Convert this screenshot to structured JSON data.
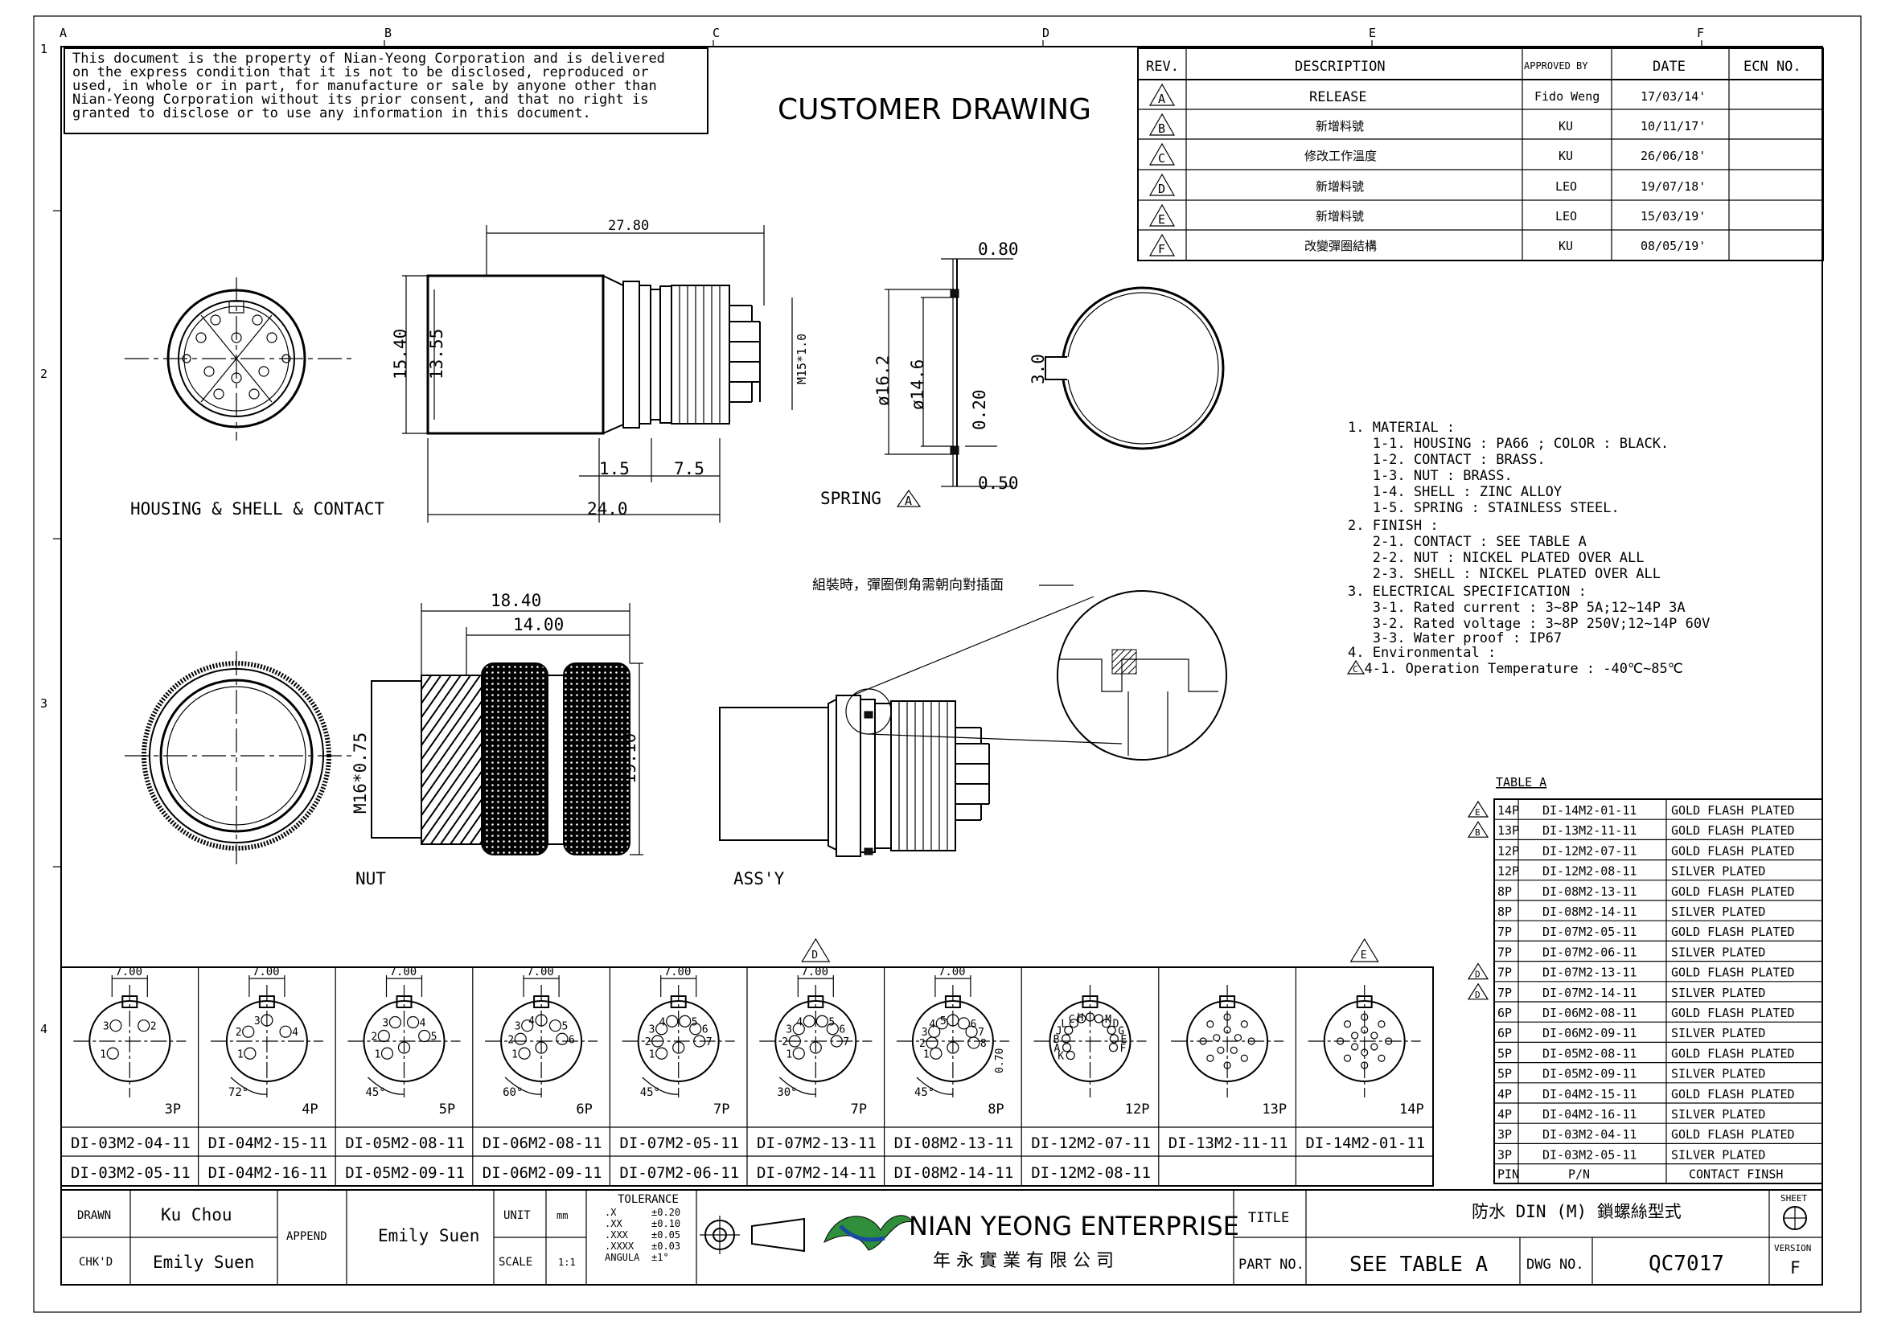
{
  "zones": {
    "cols": [
      "A",
      "B",
      "C",
      "D",
      "E",
      "F"
    ],
    "rows": [
      "1",
      "2",
      "3",
      "4"
    ]
  },
  "notice": [
    "This document is the property of Nian-Yeong Corporation and is delivered",
    "on  the  express condition that it is not to be disclosed, reproduced or",
    "used, in whole or in part, for manufacture or sale by anyone other than",
    "Nian-Yeong Corporation without  its prior consent, and that  no right  is",
    "granted to disclose or to use any information in this  document."
  ],
  "title_banner": "CUSTOMER  DRAWING",
  "revision_table": {
    "headers": [
      "REV.",
      "DESCRIPTION",
      "APPROVED BY",
      "DATE",
      "ECN NO."
    ],
    "rows": [
      {
        "rev": "A",
        "desc": "RELEASE",
        "by": "Fido Weng",
        "date": "17/03/14'",
        "ecn": ""
      },
      {
        "rev": "B",
        "desc": "新增料號",
        "by": "KU",
        "date": "10/11/17'",
        "ecn": ""
      },
      {
        "rev": "C",
        "desc": "修改工作溫度",
        "by": "KU",
        "date": "26/06/18'",
        "ecn": ""
      },
      {
        "rev": "D",
        "desc": "新增料號",
        "by": "LEO",
        "date": "19/07/18'",
        "ecn": ""
      },
      {
        "rev": "E",
        "desc": "新增料號",
        "by": "LEO",
        "date": "15/03/19'",
        "ecn": ""
      },
      {
        "rev": "F",
        "desc": "改變彈圈結構",
        "by": "KU",
        "date": "08/05/19'",
        "ecn": ""
      }
    ]
  },
  "dimensions": {
    "d_27_80": "27.80",
    "d_15_40": "15.40",
    "d_13_55": "13.55",
    "d_m15": "M15*1.0",
    "d_1_5": "1.5",
    "d_7_5": "7.5",
    "d_24_0": "24.0",
    "d_0_80": "0.80",
    "d_16_2": "ø16.2",
    "d_14_6": "ø14.6",
    "d_0_20": "0.20",
    "d_0_50": "0.50",
    "d_3_0": "3.0",
    "d_18_40": "18.40",
    "d_14_00": "14.00",
    "d_m16": "M16*0.75",
    "d_19_10": "19.10"
  },
  "view_labels": {
    "housing": "HOUSING  &  SHELL  &  CONTACT",
    "spring": "SPRING",
    "nut": "NUT",
    "assy": "ASS'Y",
    "callout": "組裝時，彈圈倒角需朝向對插面"
  },
  "spring_rev": "A",
  "notes": [
    "1. MATERIAL :",
    "   1-1. HOUSING : PA66 ; COLOR : BLACK.",
    "   1-2. CONTACT : BRASS.",
    "   1-3. NUT : BRASS.",
    "   1-4. SHELL : ZINC ALLOY",
    "   1-5. SPRING : STAINLESS STEEL.",
    "2. FINISH :",
    "   2-1. CONTACT : SEE TABLE A",
    "   2-2. NUT : NICKEL PLATED OVER ALL",
    "   2-3. SHELL : NICKEL PLATED OVER ALL",
    "3. ELECTRICAL SPECIFICATION :",
    "   3-1. Rated current : 3~8P 5A;12~14P 3A",
    "   3-2. Rated voltage : 3~8P 250V;12~14P 60V",
    "   3-3. Water proof : IP67",
    "4. Environmental :",
    "  4-1. Operation Temperature : -40℃~85℃"
  ],
  "notes_rev": "C",
  "table_a": {
    "title": "TABLE A",
    "footer": [
      "PIN",
      "P/N",
      "CONTACT FINSH"
    ],
    "rows": [
      {
        "rev": "E",
        "pin": "14P",
        "pn": "DI-14M2-01-11",
        "finish": "GOLD FLASH PLATED"
      },
      {
        "rev": "B",
        "pin": "13P",
        "pn": "DI-13M2-11-11",
        "finish": "GOLD FLASH PLATED"
      },
      {
        "rev": "",
        "pin": "12P",
        "pn": "DI-12M2-07-11",
        "finish": "GOLD FLASH PLATED"
      },
      {
        "rev": "",
        "pin": "12P",
        "pn": "DI-12M2-08-11",
        "finish": "SILVER PLATED"
      },
      {
        "rev": "",
        "pin": "8P",
        "pn": "DI-08M2-13-11",
        "finish": "GOLD FLASH PLATED"
      },
      {
        "rev": "",
        "pin": "8P",
        "pn": "DI-08M2-14-11",
        "finish": "SILVER PLATED"
      },
      {
        "rev": "",
        "pin": "7P",
        "pn": "DI-07M2-05-11",
        "finish": "GOLD FLASH PLATED"
      },
      {
        "rev": "",
        "pin": "7P",
        "pn": "DI-07M2-06-11",
        "finish": "SILVER PLATED"
      },
      {
        "rev": "D",
        "pin": "7P",
        "pn": "DI-07M2-13-11",
        "finish": "GOLD FLASH PLATED"
      },
      {
        "rev": "D",
        "pin": "7P",
        "pn": "DI-07M2-14-11",
        "finish": "SILVER PLATED"
      },
      {
        "rev": "",
        "pin": "6P",
        "pn": "DI-06M2-08-11",
        "finish": "GOLD FLASH PLATED"
      },
      {
        "rev": "",
        "pin": "6P",
        "pn": "DI-06M2-09-11",
        "finish": "SILVER PLATED"
      },
      {
        "rev": "",
        "pin": "5P",
        "pn": "DI-05M2-08-11",
        "finish": "GOLD FLASH PLATED"
      },
      {
        "rev": "",
        "pin": "5P",
        "pn": "DI-05M2-09-11",
        "finish": "SILVER PLATED"
      },
      {
        "rev": "",
        "pin": "4P",
        "pn": "DI-04M2-15-11",
        "finish": "GOLD FLASH PLATED"
      },
      {
        "rev": "",
        "pin": "4P",
        "pn": "DI-04M2-16-11",
        "finish": "SILVER PLATED"
      },
      {
        "rev": "",
        "pin": "3P",
        "pn": "DI-03M2-04-11",
        "finish": "GOLD FLASH PLATED"
      },
      {
        "rev": "",
        "pin": "3P",
        "pn": "DI-03M2-05-11",
        "finish": "SILVER PLATED"
      }
    ]
  },
  "pin_layouts": [
    {
      "pins": "3P",
      "key": "7.00",
      "angle": "",
      "pn1": "DI-03M2-04-11",
      "pn2": "DI-03M2-05-11",
      "rev": "",
      "nums": [
        "1",
        "3",
        "2"
      ]
    },
    {
      "pins": "4P",
      "key": "7.00",
      "angle": "72°",
      "pn1": "DI-04M2-15-11",
      "pn2": "DI-04M2-16-11",
      "rev": "",
      "nums": [
        "1",
        "2",
        "3",
        "4"
      ]
    },
    {
      "pins": "5P",
      "key": "7.00",
      "angle": "45°",
      "pn1": "DI-05M2-08-11",
      "pn2": "DI-05M2-09-11",
      "rev": "",
      "nums": [
        "1",
        "2",
        "3",
        "4",
        "5"
      ]
    },
    {
      "pins": "6P",
      "key": "7.00",
      "angle": "60°",
      "pn1": "DI-06M2-08-11",
      "pn2": "DI-06M2-09-11",
      "rev": "",
      "nums": [
        "1",
        "2",
        "3",
        "4",
        "5",
        "6"
      ]
    },
    {
      "pins": "7P",
      "key": "7.00",
      "angle": "45°",
      "pn1": "DI-07M2-05-11",
      "pn2": "DI-07M2-06-11",
      "rev": "",
      "nums": [
        "1",
        "2",
        "3",
        "4",
        "5",
        "6",
        "7"
      ]
    },
    {
      "pins": "7P",
      "key": "7.00",
      "angle": "30°",
      "pn1": "DI-07M2-13-11",
      "pn2": "DI-07M2-14-11",
      "rev": "D",
      "nums": [
        "1",
        "2",
        "3",
        "4",
        "5",
        "6",
        "7"
      ]
    },
    {
      "pins": "8P",
      "key": "7.00",
      "angle": "45°",
      "pn1": "DI-08M2-13-11",
      "pn2": "DI-08M2-14-11",
      "rev": "",
      "nums": [
        "1",
        "2",
        "3",
        "4",
        "5",
        "6",
        "7",
        "8"
      ],
      "extra": "0.70"
    },
    {
      "pins": "12P",
      "key": "",
      "angle": "",
      "pn1": "DI-12M2-07-11",
      "pn2": "DI-12M2-08-11",
      "rev": "",
      "nums": [
        "K",
        "A",
        "B",
        "J",
        "L",
        "C",
        "H",
        "M",
        "D",
        "G",
        "E",
        "F"
      ]
    },
    {
      "pins": "13P",
      "key": "",
      "angle": "",
      "pn1": "DI-13M2-11-11",
      "pn2": "",
      "rev": "",
      "nums": []
    },
    {
      "pins": "14P",
      "key": "",
      "angle": "",
      "pn1": "DI-14M2-01-11",
      "pn2": "",
      "rev": "E",
      "nums": []
    }
  ],
  "title_block": {
    "drawn_label": "DRAWN",
    "drawn": "Ku Chou",
    "chkd_label": "CHK'D",
    "chkd": "Emily Suen",
    "append_label": "APPEND",
    "append": "Emily Suen",
    "unit_label": "UNIT",
    "unit": "mm",
    "scale_label": "SCALE",
    "scale": "1:1",
    "tolerance_title": "TOLERANCE",
    "tolerance": [
      [
        ".X",
        "±0.20"
      ],
      [
        ".XX",
        "±0.10"
      ],
      [
        ".XXX",
        "±0.05"
      ],
      [
        ".XXXX",
        "±0.03"
      ],
      [
        "ANGULA",
        "±1°"
      ]
    ],
    "company_en": "NIAN YEONG ENTERPRISE",
    "company_zh": "年 永 實 業 有 限 公 司",
    "title_label": "TITLE",
    "title": "防水 DIN (M) 鎖螺絲型式",
    "part_label": "PART NO.",
    "part": "SEE TABLE A",
    "dwg_label": "DWG NO.",
    "dwg": "QC7017",
    "sheet_label": "SHEET",
    "version_label": "VERSION",
    "version": "F"
  }
}
